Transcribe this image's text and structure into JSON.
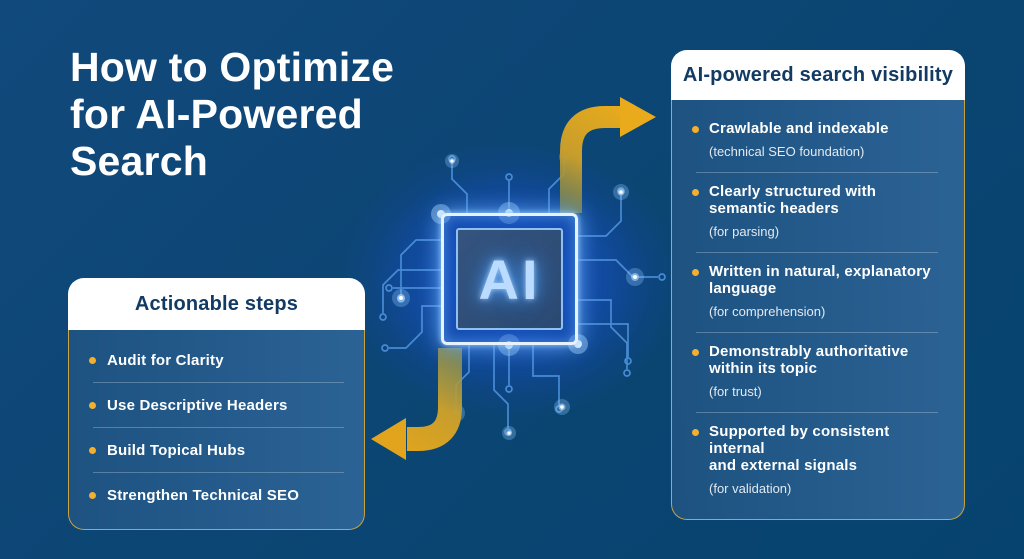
{
  "title": {
    "lines": [
      "How to Optimize",
      "for AI-Powered",
      "Search"
    ]
  },
  "chip": {
    "label": "AI"
  },
  "left_card": {
    "header": "Actionable steps",
    "items": [
      "Audit for Clarity",
      "Use Descriptive Headers",
      "Build Topical Hubs",
      "Strengthen Technical SEO"
    ]
  },
  "right_card": {
    "header": "AI-powered search visibility",
    "items": [
      {
        "lines": [
          "Crawlable and indexable"
        ],
        "note": "(technical SEO foundation)"
      },
      {
        "lines": [
          "Clearly structured with",
          "semantic headers"
        ],
        "note": "(for parsing)"
      },
      {
        "lines": [
          "Written in natural, explanatory",
          "language"
        ],
        "note": "(for comprehension)"
      },
      {
        "lines": [
          "Demonstrably authoritative",
          "within its topic"
        ],
        "note": "(for trust)"
      },
      {
        "lines": [
          "Supported by consistent internal",
          "and external signals"
        ],
        "note": "(for validation)"
      }
    ]
  },
  "colors": {
    "background_navy": "#0c4674",
    "card_body_blue": "#2b608f",
    "header_text_navy": "#123a63",
    "accent_gold": "#e5a91f",
    "bullet_gold": "#f2b02e",
    "card_border_gold": "#d8ac3e",
    "chip_glow_blue": "#1955d2",
    "circuit_trace_blue": "#4e92de",
    "text_white": "#ffffff"
  }
}
